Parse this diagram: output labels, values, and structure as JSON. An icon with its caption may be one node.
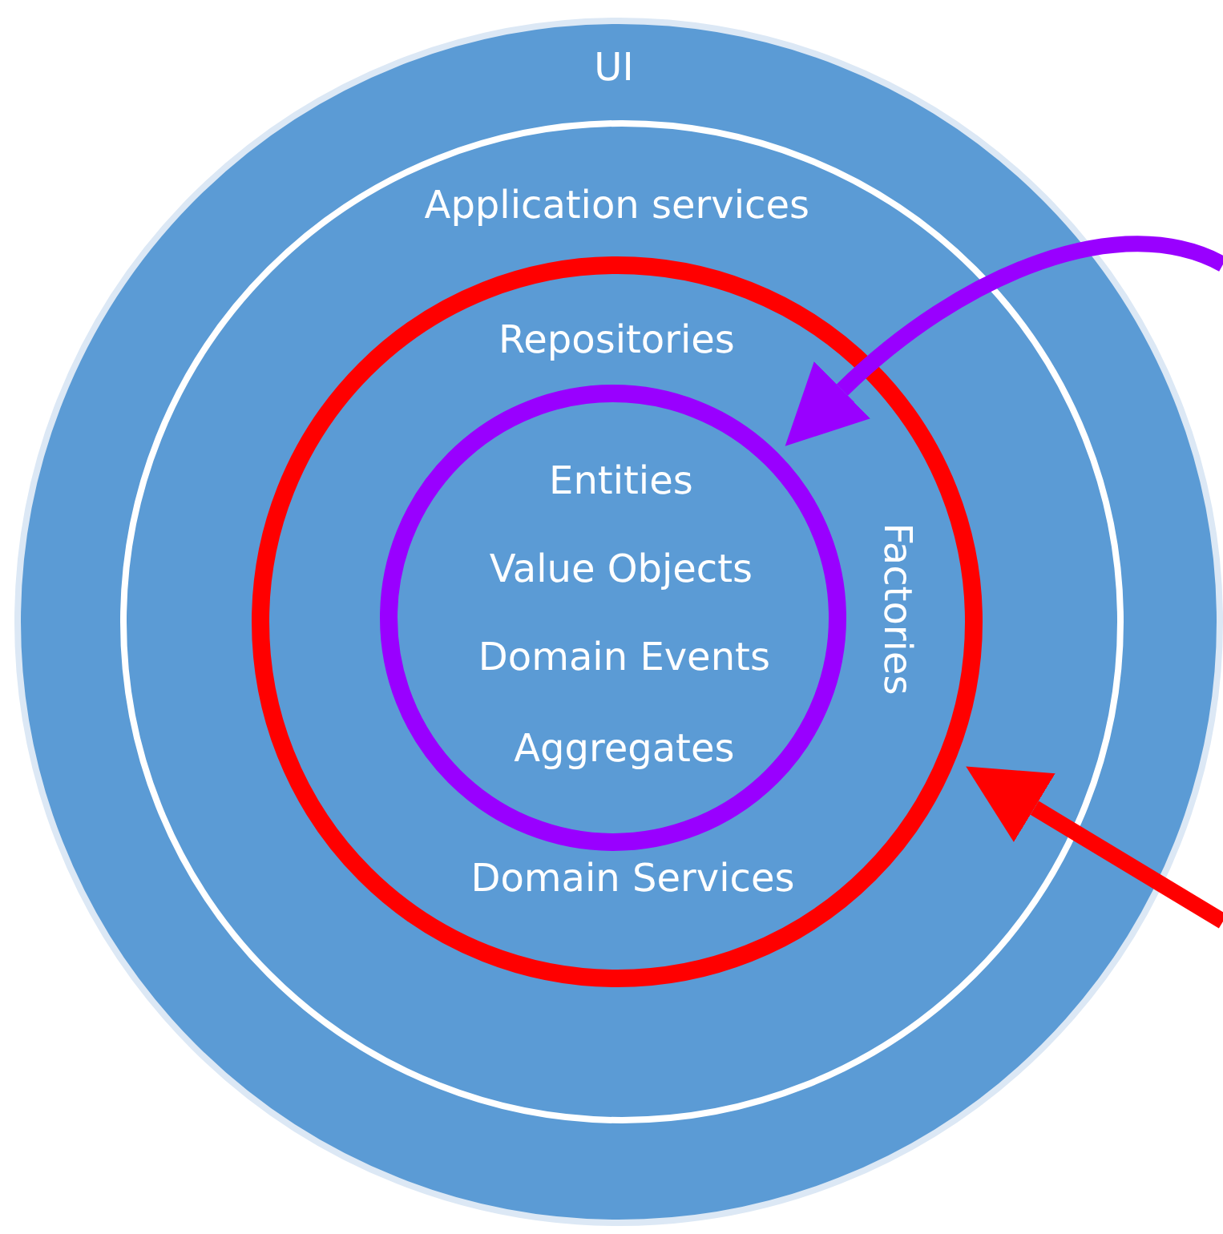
{
  "diagram": {
    "nodes": [
      {
        "text": [
          "UI"
        ]
      },
      {
        "text": [
          "Application services"
        ],
        "in": 0
      },
      {
        "text": [
          "Repositories",
          "Factories",
          "Domain Services"
        ],
        "in": 1
      },
      {
        "text": [
          "Entities",
          "Value Objects",
          "Domain Events",
          "Aggregates"
        ],
        "in": 2
      }
    ],
    "edges": [
      {
        "from": null,
        "to": 3,
        "arrow": "to",
        "color": "#9900ff"
      },
      {
        "from": null,
        "to": 2,
        "arrow": "to",
        "color": "#ff0000"
      }
    ]
  }
}
